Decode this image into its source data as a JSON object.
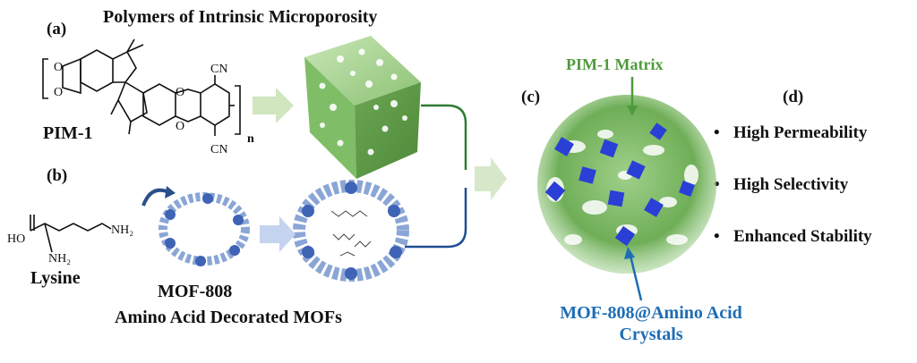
{
  "panels": {
    "a": "(a)",
    "b": "(b)",
    "c": "(c)",
    "d": "(d)"
  },
  "title_top": "Polymers of Intrinsic Microporosity",
  "pim1_label": "PIM-1",
  "lysine_label": "Lysine",
  "mof808_label": "MOF-808",
  "amino_mofs_label": "Amino Acid Decorated MOFs",
  "pim_matrix_label": "PIM-1 Matrix",
  "crystals_label_line1": "MOF-808@Amino Acid",
  "crystals_label_line2": "Crystals",
  "chem_atoms": {
    "cn": "CN",
    "o": "O",
    "n": "n",
    "ho": "HO",
    "nh2": "NH₂"
  },
  "properties": [
    "High Permeability",
    "High Selectivity",
    "Enhanced Stability"
  ],
  "bullet": "•",
  "colors": {
    "green": "#4f9a3c",
    "blue": "#1d6db5",
    "cube": "#2a3fd6",
    "arrow_light": "#cfe6bf",
    "arrow_blue": "#c4d4ee",
    "connector_green": "#2e7d32",
    "connector_blue": "#1f4e96"
  }
}
